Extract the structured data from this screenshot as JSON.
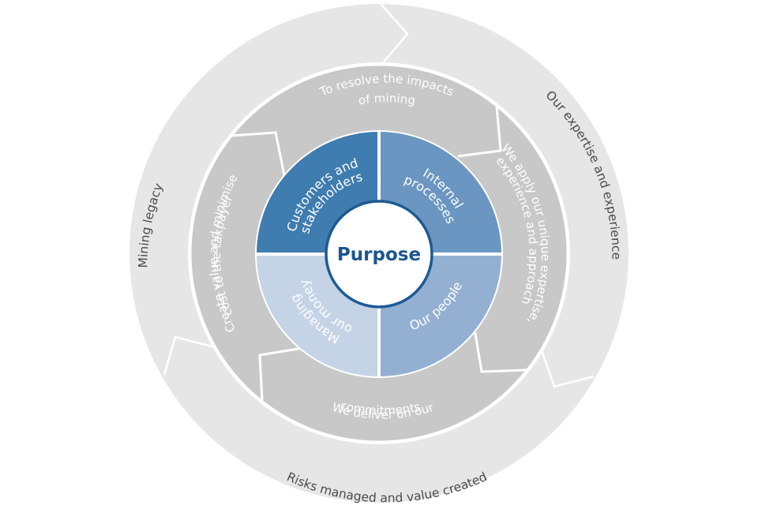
{
  "diagram": {
    "center": {
      "label": "Purpose"
    },
    "quadrants": [
      {
        "id": "customers",
        "lines": [
          "Customers and",
          "stakeholders"
        ],
        "color": "#3f7caf"
      },
      {
        "id": "internal",
        "lines": [
          "Internal",
          "processes"
        ],
        "color": "#6b96c1"
      },
      {
        "id": "people",
        "lines": [
          "Our people"
        ],
        "color": "#93b0d3"
      },
      {
        "id": "money",
        "lines": [
          "Managing",
          "our money"
        ],
        "color": "#c5d3e7"
      }
    ],
    "middle_ring": {
      "color": "#c8c8c8",
      "arrows": [
        {
          "id": "resolve",
          "lines": [
            "To resolve the impacts",
            "of mining"
          ]
        },
        {
          "id": "apply",
          "lines": [
            "We apply our unique expertise,",
            "experience and approach"
          ]
        },
        {
          "id": "deliver",
          "lines": [
            "We deliver on our",
            "commitments"
          ]
        },
        {
          "id": "create",
          "lines": [
            "Create value and minimise",
            "cost to the taxpayer"
          ]
        }
      ]
    },
    "outer_ring": {
      "color": "#e6e6e6",
      "arrows": [
        {
          "id": "legacy",
          "label": "Mining legacy"
        },
        {
          "id": "expertise",
          "label": "Our expertise and experience"
        },
        {
          "id": "risks",
          "label": "Risks managed and value created"
        }
      ]
    },
    "colors": {
      "center_stroke": "#1d5a94",
      "center_text": "#1b5690",
      "divider": "#ffffff"
    }
  }
}
